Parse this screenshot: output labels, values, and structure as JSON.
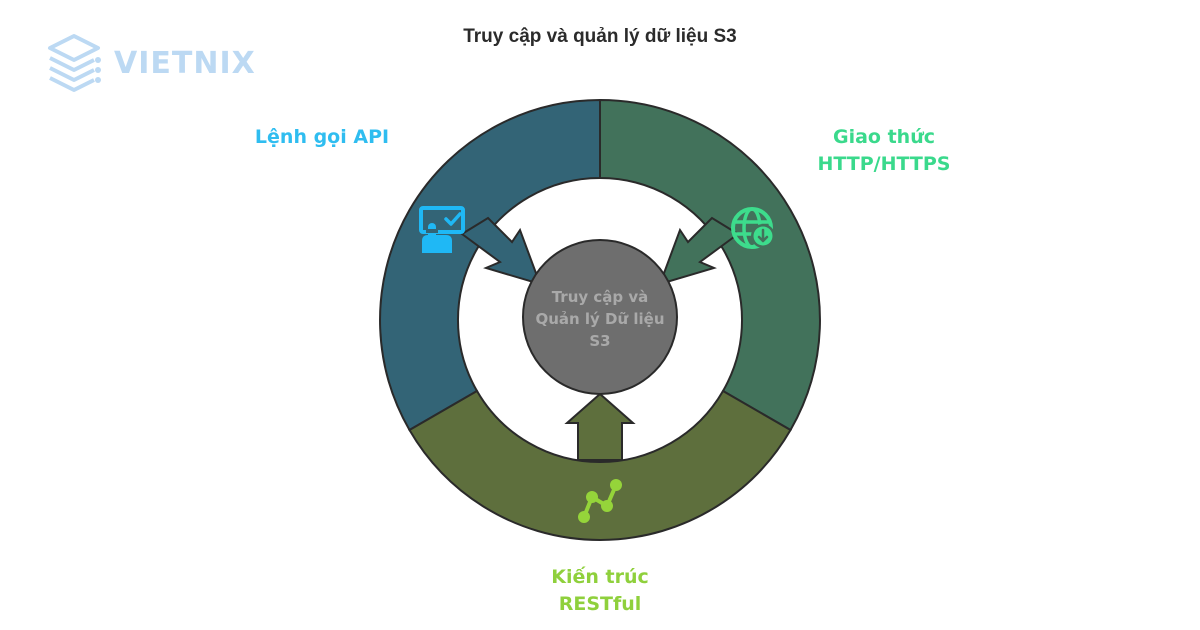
{
  "logo": {
    "text": "VIETNIX",
    "icon": "server-stack-icon",
    "color": "#bcd9f3"
  },
  "title": "Truy cập và quản lý dữ liệu S3",
  "center": {
    "text": "Truy cập và Quản lý Dữ liệu S3",
    "fill": "#6e6e6e",
    "text_color": "#a9a9a9"
  },
  "segments": [
    {
      "label": "Lệnh gọi API",
      "icon": "touch-screen-check-icon",
      "fill": "#336476",
      "label_color": "#2fbdf0",
      "icon_color": "#1fb8f5"
    },
    {
      "label": "Giao thức HTTP/HTTPS",
      "icon": "globe-download-icon",
      "fill": "#42725b",
      "label_color": "#3ad98c",
      "icon_color": "#3ddc8c"
    },
    {
      "label": "Kiến trúc RESTful",
      "icon": "line-chart-nodes-icon",
      "fill": "#5e6f3d",
      "label_color": "#8fd03c",
      "icon_color": "#95d43a"
    }
  ]
}
